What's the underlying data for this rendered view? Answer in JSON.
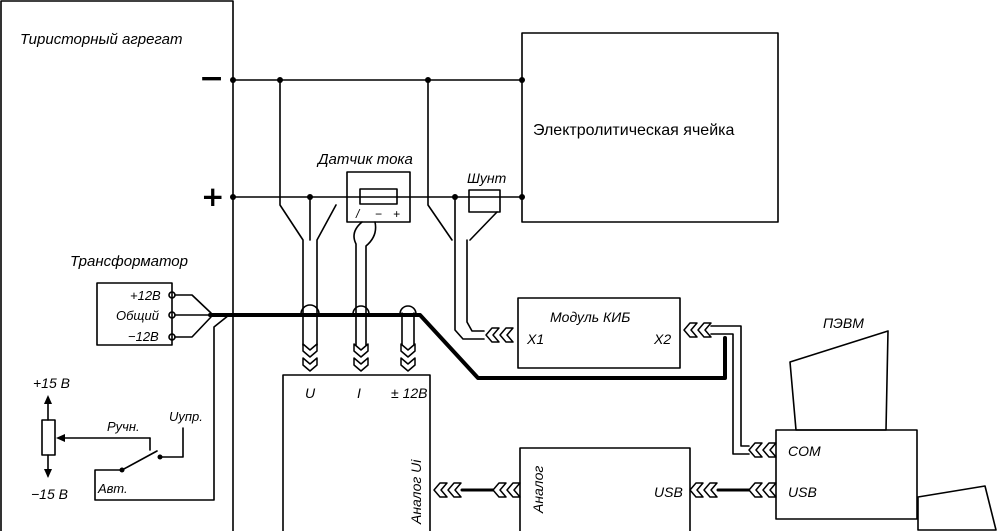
{
  "thyristor_unit": {
    "title": "Тиристорный агрегат",
    "minus": "−",
    "plus": "+"
  },
  "cell": {
    "title": "Электролитическая ячейка"
  },
  "current_sensor": {
    "title": "Датчик тока",
    "slash": "/",
    "minus": "−",
    "plus": "+"
  },
  "shunt": {
    "title": "Шунт"
  },
  "transformer": {
    "title": "Трансформатор",
    "pos": "+12В",
    "common": "Общий",
    "neg": "−12В"
  },
  "kib_module": {
    "title": "Модуль КИБ",
    "x1": "X1",
    "x2": "X2"
  },
  "pc": {
    "title": "ПЭВМ",
    "com": "COM",
    "usb": "USB"
  },
  "analog_ui": {
    "title": "Аналог Ui",
    "u": "U",
    "i": "I",
    "pm12": "± 12В"
  },
  "analog": {
    "title": "Аналог",
    "usb": "USB"
  },
  "control": {
    "plus15": "+15 В",
    "minus15": "−15 В",
    "manual": "Ручн.",
    "control": "Uупр.",
    "auto": "Авт."
  }
}
